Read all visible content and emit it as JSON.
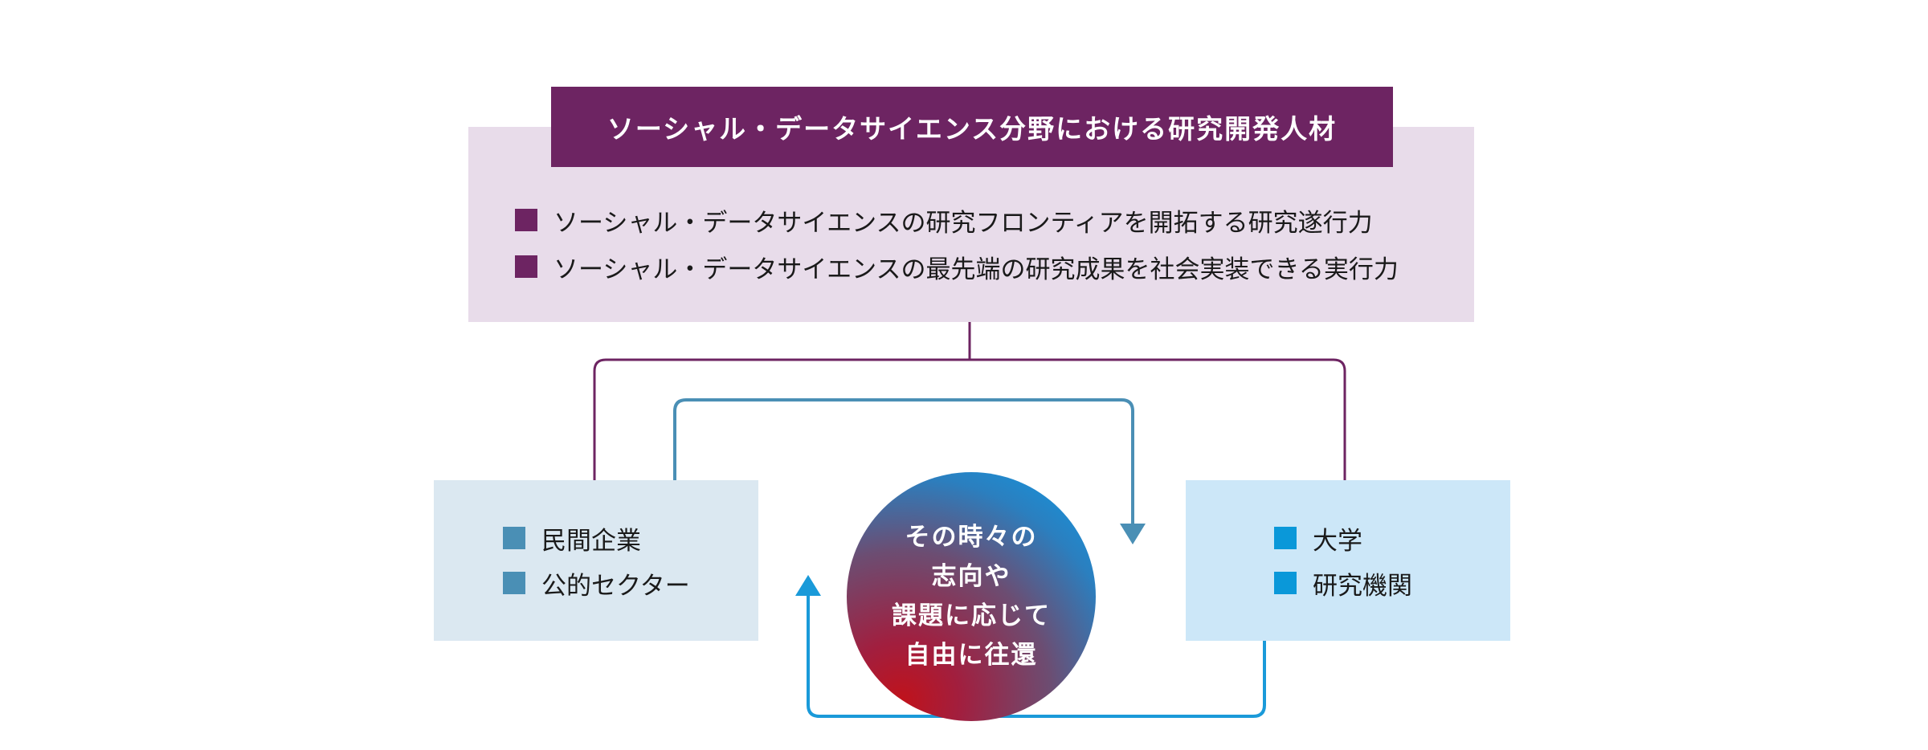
{
  "top": {
    "title": "ソーシャル・データサイエンス分野における研究開発人材",
    "bullets": [
      "ソーシャル・データサイエンスの研究フロンティアを開拓する研究遂行力",
      "ソーシャル・データサイエンスの最先端の研究成果を社会実装できる実行力"
    ]
  },
  "left_box": {
    "items": [
      "民間企業",
      "公的セクター"
    ]
  },
  "right_box": {
    "items": [
      "大学",
      "研究機関"
    ]
  },
  "center": {
    "lines": [
      "その時々の",
      "志向や",
      "課題に応じて",
      "自由に往還"
    ]
  },
  "colors": {
    "purple": "#6d2462",
    "top_panel": "#e8dcea",
    "left_box": "#dbe8f1",
    "right_box": "#cce7f8",
    "left_bullet": "#4a8fb5",
    "right_bullet": "#0a98d9",
    "loop_left_to_right": "#4a8fb5",
    "loop_right_to_left": "#1a9ad9"
  }
}
